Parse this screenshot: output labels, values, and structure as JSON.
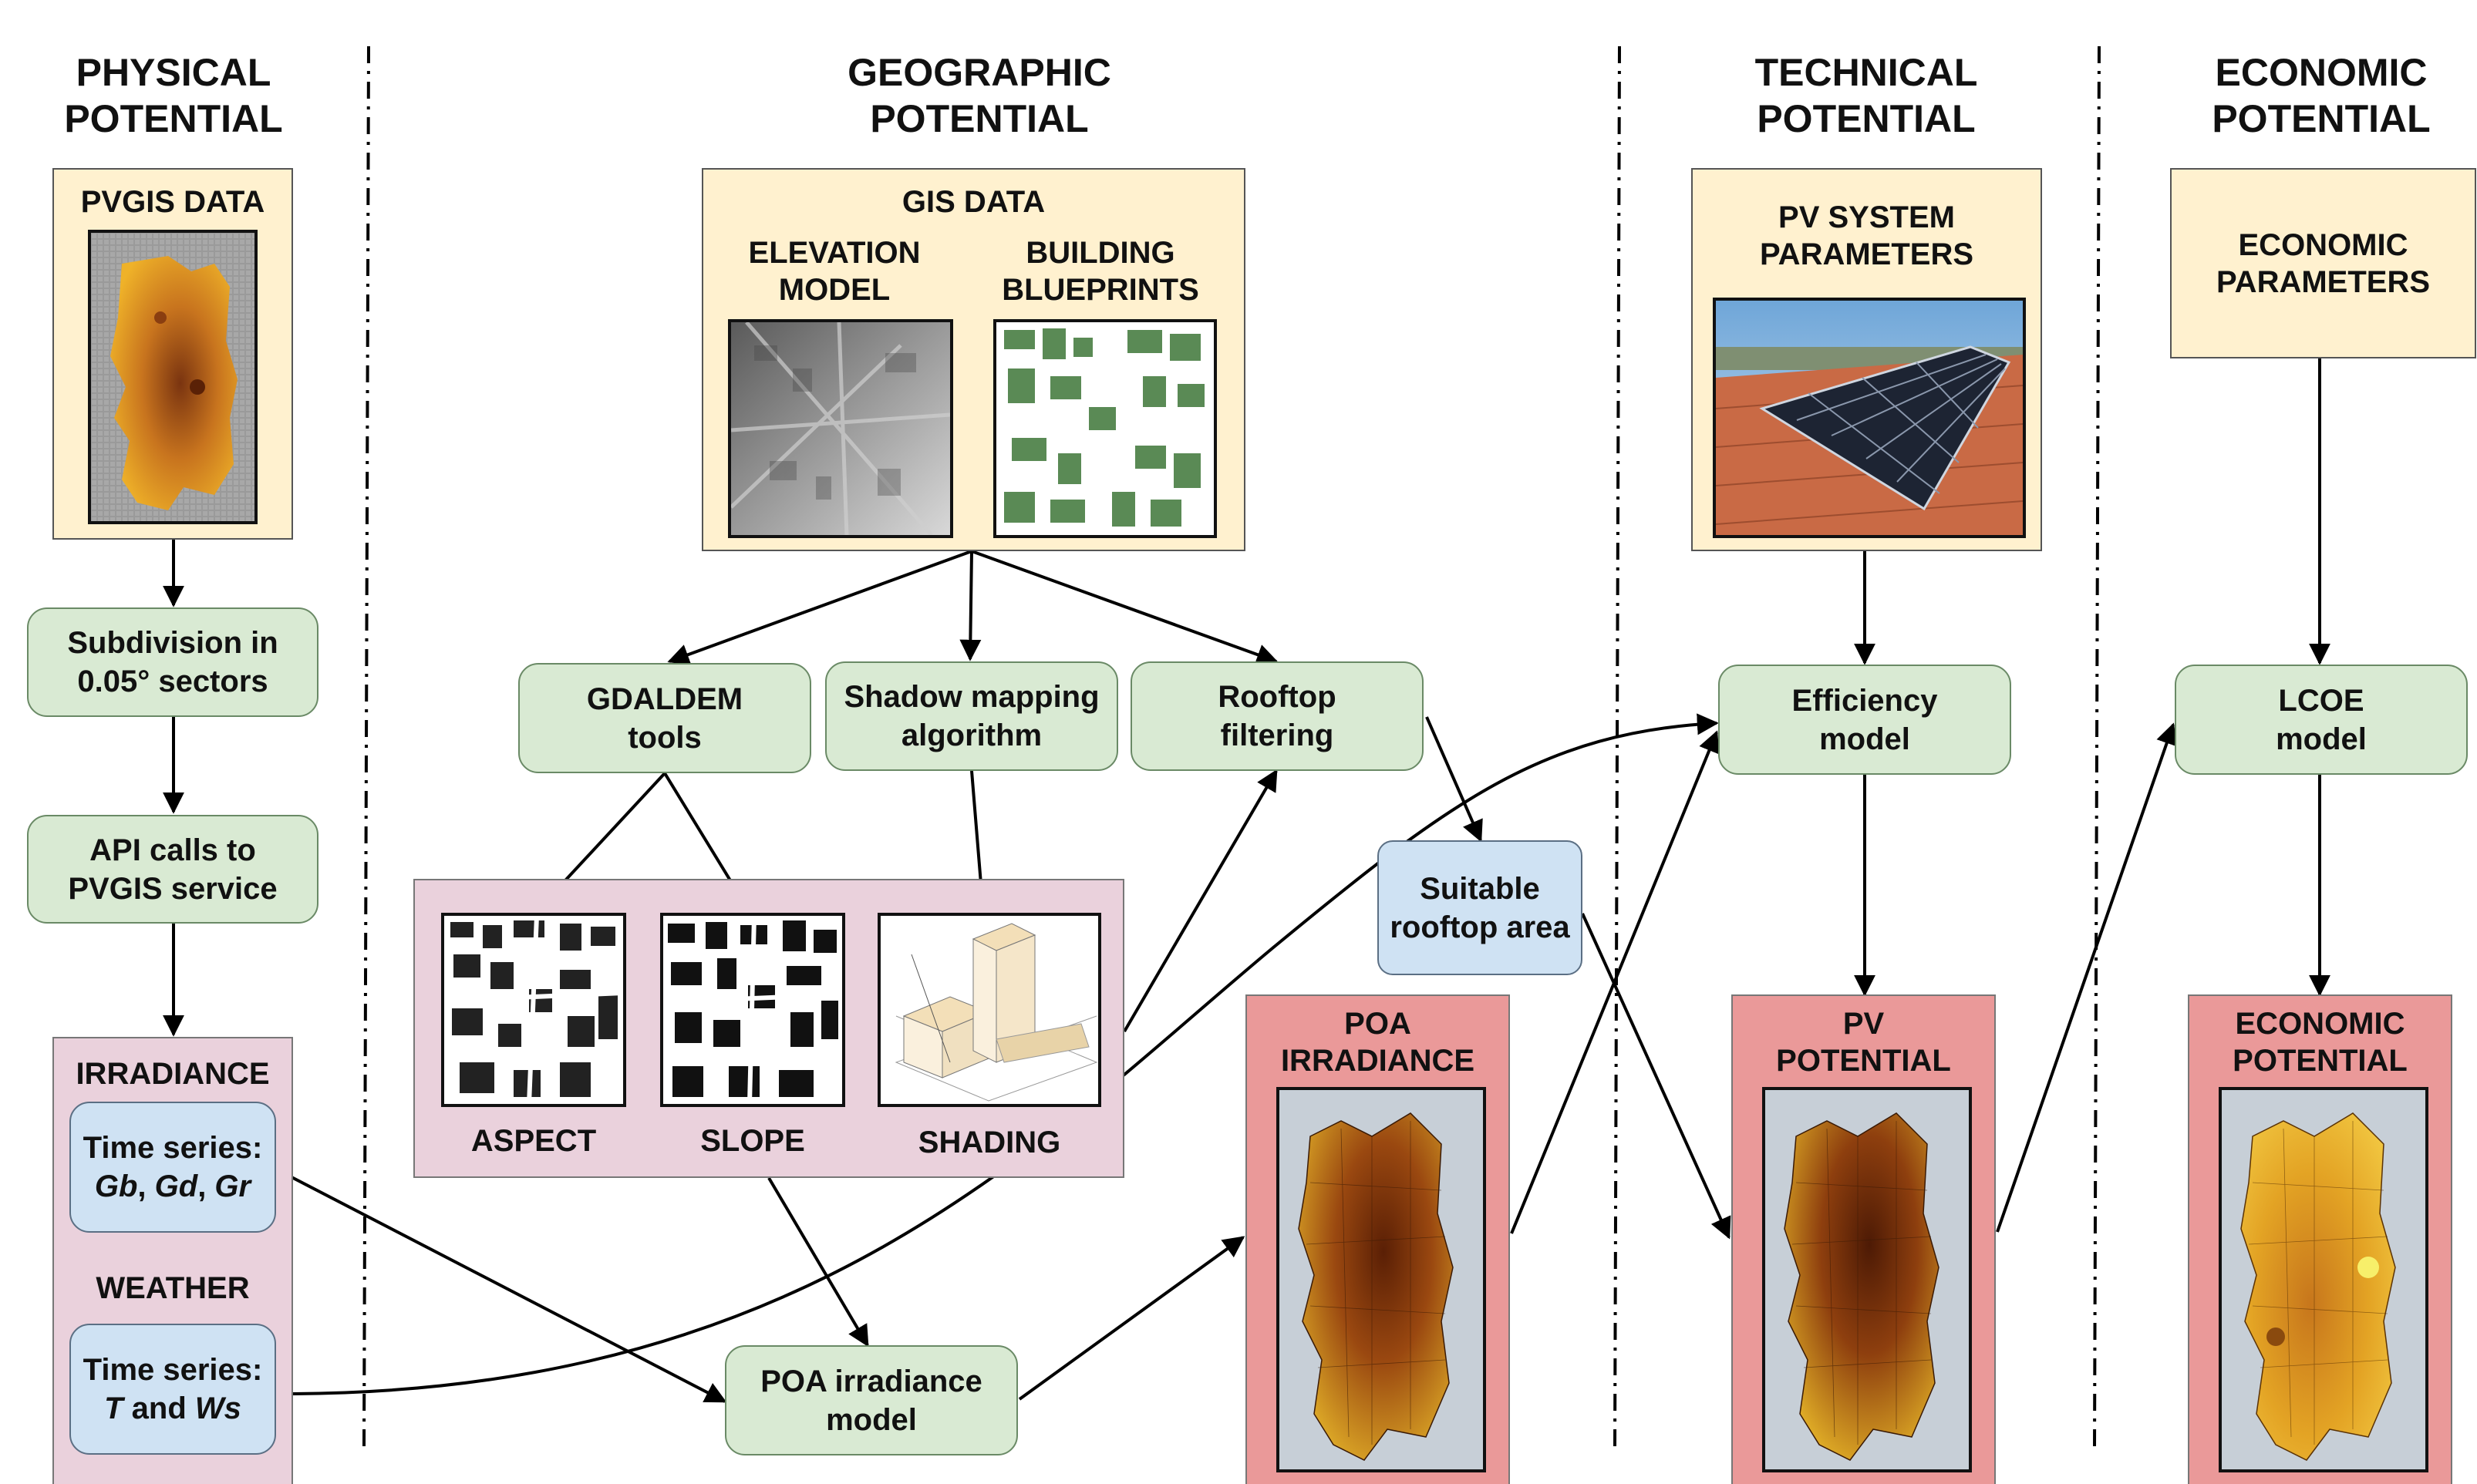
{
  "columns": {
    "physical": [
      "PHYSICAL",
      "POTENTIAL"
    ],
    "geographic": [
      "GEOGRAPHIC",
      "POTENTIAL"
    ],
    "technical": [
      "TECHNICAL",
      "POTENTIAL"
    ],
    "economic": [
      "ECONOMIC",
      "POTENTIAL"
    ]
  },
  "physical": {
    "data_title": "PVGIS DATA",
    "subdivision": [
      "Subdivision in",
      "0.05° sectors"
    ],
    "api": [
      "API calls to",
      "PVGIS service"
    ],
    "irradiance_title": "IRRADIANCE",
    "irradiance_ts": "Time series:",
    "irradiance_vars": [
      "Gb",
      ", ",
      "Gd",
      ", ",
      "Gr"
    ],
    "weather_title": "WEATHER",
    "weather_ts": "Time series:",
    "weather_vars": [
      "T",
      " and ",
      "Ws"
    ]
  },
  "geographic": {
    "data_title": "GIS DATA",
    "elevation": [
      "ELEVATION",
      "MODEL"
    ],
    "buildings": [
      "BUILDING",
      "BLUEPRINTS"
    ],
    "gdaldem": [
      "GDALDEM",
      "tools"
    ],
    "shadow": [
      "Shadow mapping",
      "algorithm"
    ],
    "rooftop": [
      "Rooftop",
      "filtering"
    ],
    "aspect": "ASPECT",
    "slope": "SLOPE",
    "shading": "SHADING",
    "suitable": [
      "Suitable",
      "rooftop area"
    ],
    "poa_model": [
      "POA irradiance",
      "model"
    ],
    "poa_out": [
      "POA",
      "IRRADIANCE"
    ]
  },
  "technical": {
    "params": [
      "PV SYSTEM",
      "PARAMETERS"
    ],
    "efficiency": [
      "Efficiency",
      "model"
    ],
    "pv_out": [
      "PV",
      "POTENTIAL"
    ]
  },
  "economic": {
    "params": [
      "ECONOMIC",
      "PARAMETERS"
    ],
    "lcoe": [
      "LCOE",
      "model"
    ],
    "econ_out": [
      "ECONOMIC",
      "POTENTIAL"
    ]
  },
  "colors": {
    "data_box": "#fff1cf",
    "process_box": "#d9ead3",
    "intermediate_box": "#cfe2f3",
    "product_box": "#ead1dc",
    "output_box": "#ea9999"
  }
}
